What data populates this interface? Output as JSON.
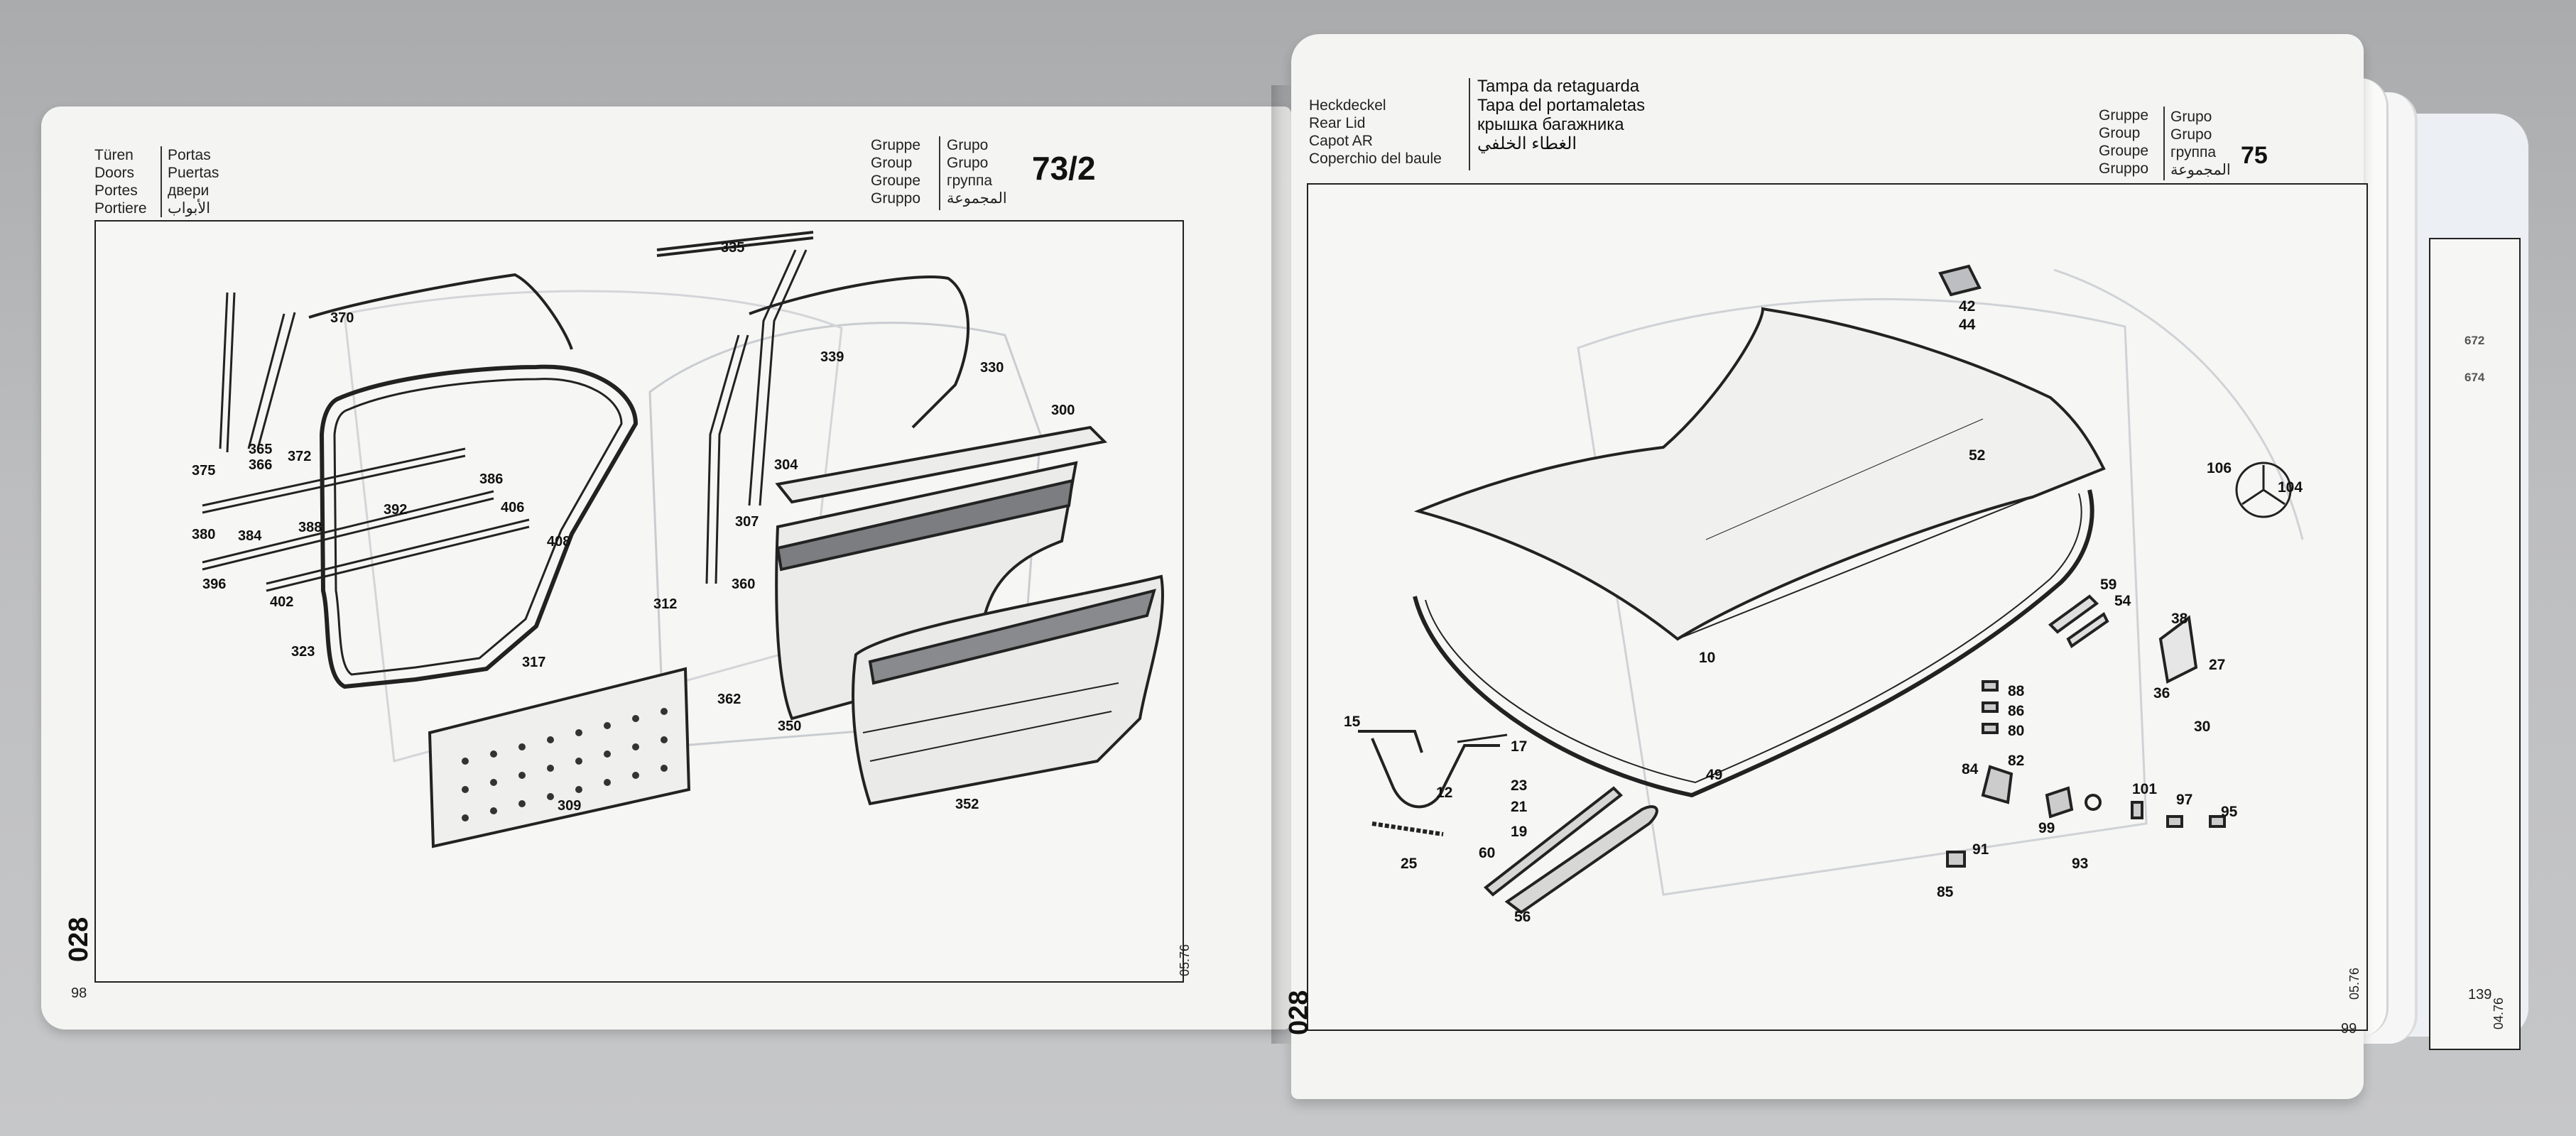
{
  "left_page": {
    "title_de": "Türen",
    "title_en": "Doors",
    "title_fr": "Portes",
    "title_it": "Portiere",
    "title_pt": "Portas",
    "title_es": "Puertas",
    "title_ru": "двери",
    "title_ar": "الأبواب",
    "group_labels": [
      "Gruppe",
      "Group",
      "Groupe",
      "Gruppo"
    ],
    "group_labels_2": [
      "Grupo",
      "Grupo",
      "группа",
      "المجموعة"
    ],
    "group_number": "73/2",
    "page_code": "028",
    "date": "05.76",
    "page_number": "98",
    "parts": [
      "335",
      "370",
      "339",
      "330",
      "300",
      "375",
      "365",
      "366",
      "372",
      "304",
      "386",
      "380",
      "384",
      "388",
      "392",
      "406",
      "408",
      "307",
      "396",
      "402",
      "360",
      "312",
      "323",
      "317",
      "362",
      "350",
      "309",
      "352"
    ]
  },
  "right_page": {
    "title_de": "Heckdeckel",
    "title_en": "Rear Lid",
    "title_fr": "Capot AR",
    "title_it": "Coperchio del baule",
    "title_pt": "Tampa da retaguarda",
    "title_es": "Tapa del portamaletas",
    "title_ru": "крышка багажника",
    "title_ar": "الغطاء الخلفي",
    "group_labels": [
      "Gruppe",
      "Group",
      "Groupe",
      "Gruppo"
    ],
    "group_labels_2": [
      "Grupo",
      "Grupo",
      "группа",
      "المجموعة"
    ],
    "group_number": "75",
    "page_code": "028",
    "date": "05.76",
    "page_number": "99",
    "parts": [
      "42",
      "44",
      "52",
      "106",
      "104",
      "59",
      "54",
      "38",
      "27",
      "36",
      "30",
      "10",
      "88",
      "86",
      "80",
      "84",
      "82",
      "15",
      "17",
      "12",
      "23",
      "21",
      "19",
      "99",
      "101",
      "97",
      "95",
      "49",
      "91",
      "93",
      "60",
      "85",
      "25",
      "56"
    ]
  },
  "next_page": {
    "parts": [
      "672",
      "674"
    ],
    "date": "04.76",
    "page_number": "139"
  }
}
